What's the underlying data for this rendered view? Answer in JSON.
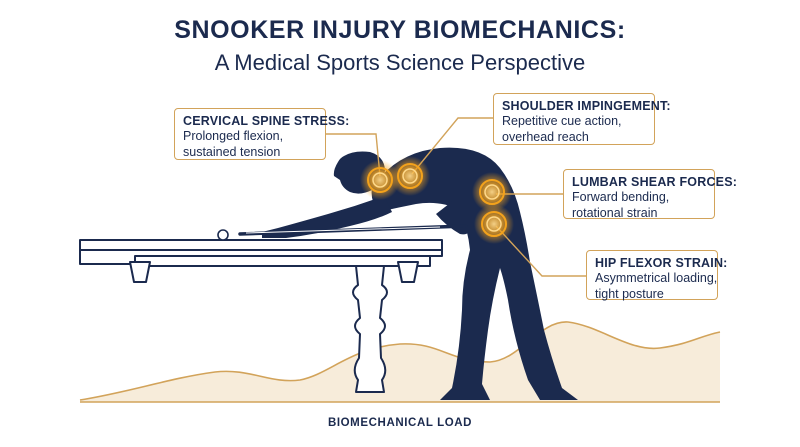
{
  "header": {
    "title": "SNOOKER INJURY BIOMECHANICS:",
    "subtitle": "A Medical Sports Science Perspective"
  },
  "callouts": [
    {
      "title": "CERVICAL SPINE STRESS:",
      "lines": [
        "Prolonged flexion,",
        "sustained tension"
      ]
    },
    {
      "title": "SHOULDER IMPINGEMENT:",
      "lines": [
        "Repetitive cue action,",
        "overhead reach"
      ]
    },
    {
      "title": "LUMBAR SHEAR FORCES:",
      "lines": [
        "Forward bending,",
        "rotational strain"
      ]
    },
    {
      "title": "HIP FLEXOR STRAIN:",
      "lines": [
        "Asymmetrical loading,",
        "tight posture"
      ]
    }
  ],
  "footer": {
    "axis_label": "BIOMECHANICAL LOAD"
  },
  "colors": {
    "navy": "#1b2a4e",
    "gold": "#d2a35a",
    "glow": "#f3a21c",
    "load_fill": "#f6ead6"
  }
}
